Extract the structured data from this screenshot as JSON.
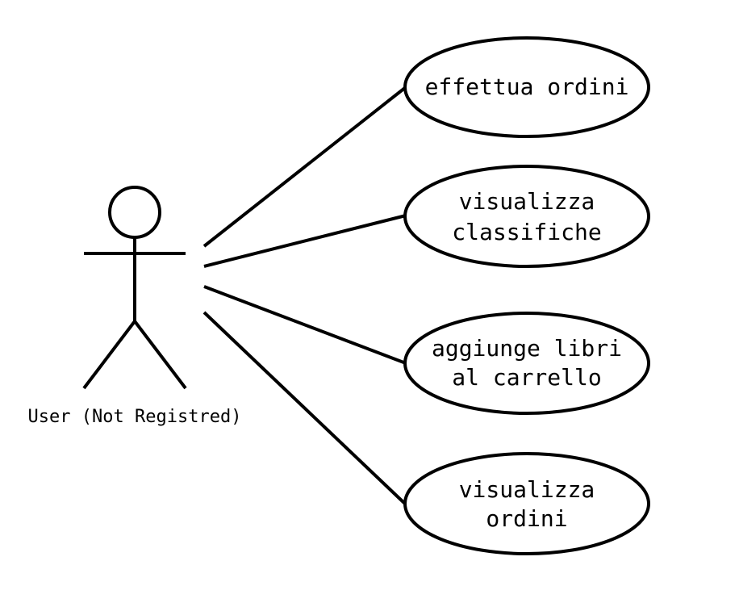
{
  "actor": {
    "label": "User (Not Registred)"
  },
  "use_cases": [
    {
      "lines": [
        "effettua ordini"
      ]
    },
    {
      "lines": [
        "visualizza",
        "classifiche"
      ]
    },
    {
      "lines": [
        "aggiunge libri",
        "al carrello"
      ]
    },
    {
      "lines": [
        "visualizza",
        "ordini"
      ]
    }
  ],
  "colors": {
    "stroke": "#000000",
    "background": "#ffffff"
  }
}
